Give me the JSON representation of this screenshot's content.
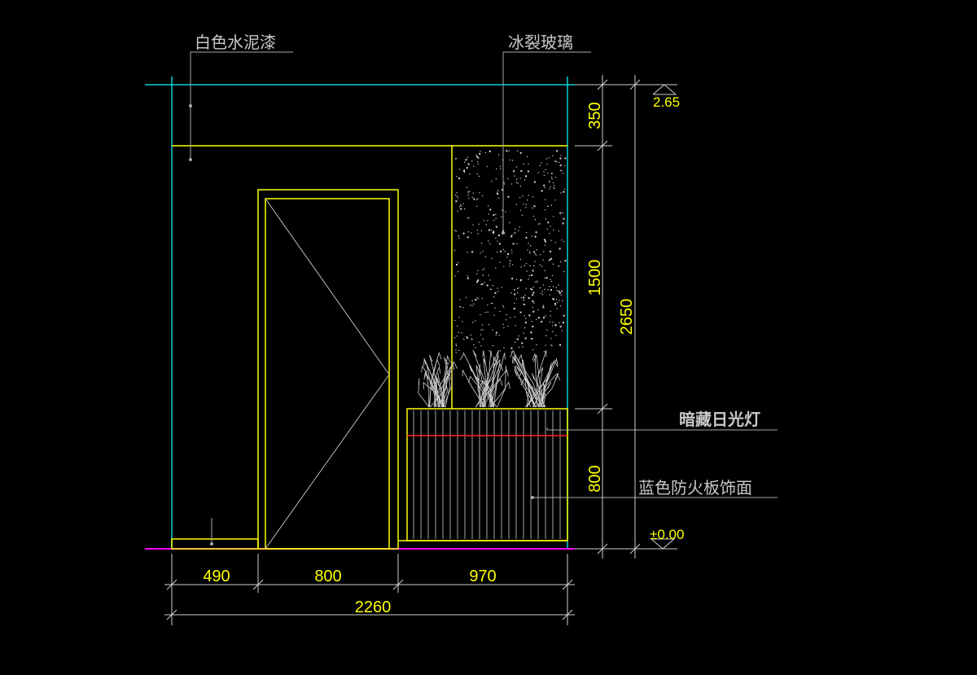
{
  "labels": {
    "wall_finish": "白色水泥漆",
    "glass": "冰裂玻璃",
    "hidden_light": "暗藏日光灯",
    "panel_finish": "蓝色防火板饰面"
  },
  "elevations": {
    "top": "2.65",
    "floor": "±0.00"
  },
  "dims_horizontal": {
    "left": "490",
    "middle": "800",
    "right": "970",
    "total": "2260"
  },
  "dims_vertical": {
    "top_band": "350",
    "glass_height": "1500",
    "cabinet_height": "800",
    "total_height": "2650"
  },
  "colors": {
    "background": "#000000",
    "wall_outline": "#00d4d4",
    "yellow_line": "#ffff00",
    "floor_line": "#ff00ff",
    "red_line": "#ff2020",
    "leader_gray": "#a8a8a8",
    "text_gray": "#c8c8c8",
    "dim_text": "#ffff00",
    "dim_line": "#d0d0d0"
  }
}
